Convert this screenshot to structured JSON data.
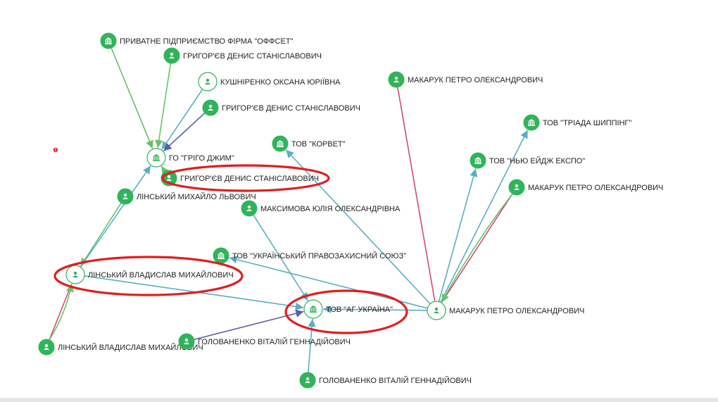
{
  "colors": {
    "node_fill": "#2fb45a",
    "node_hub_fill": "#ffffff",
    "node_hub_stroke": "#2fb45a",
    "edge_blue": "#5aaec2",
    "edge_green": "#6cbf6a",
    "edge_pink": "#d24b76",
    "edge_navy": "#5a5fa3",
    "highlight": "#e01e1e",
    "error_dot": "#e01e1e"
  },
  "nodes": {
    "offset": {
      "label": "ПРИВАТНЕ ПІДПРИЄМСТВО ФІРМА \"ОФФСЕТ\"",
      "icon": "building-icon",
      "kind": "filled"
    },
    "grygoriev1": {
      "label": "ГРИГОР'ЄВ ДЕНИС СТАНІСЛАВОВИЧ",
      "icon": "person-icon",
      "kind": "filled"
    },
    "kushnirenko": {
      "label": "КУШНІРЕНКО ОКСАНА ЮРІЇВНА",
      "icon": "person-icon",
      "kind": "hub"
    },
    "grygoriev2": {
      "label": "ГРИГОР'ЄВ ДЕНИС СТАНІСЛАВОВИЧ",
      "icon": "person-icon",
      "kind": "filled"
    },
    "griho": {
      "label": "ГО \"ГРІГО ДЖИМ\"",
      "icon": "building-icon",
      "kind": "hub"
    },
    "grygoriev3": {
      "label": "ГРИГОР'ЄВ ДЕНИС СТАНІСЛАВОВИЧ",
      "icon": "person-icon",
      "kind": "filled"
    },
    "linsky_m": {
      "label": "ЛІНСЬКИЙ МИХАЙЛО ЛЬВОВИЧ",
      "icon": "person-icon",
      "kind": "filled"
    },
    "korvet": {
      "label": "ТОВ \"КОРВЕТ\"",
      "icon": "building-icon",
      "kind": "filled"
    },
    "maksymova": {
      "label": "МАКСИМОВА ЮЛІЯ ОЛЕКСАНДРІВНА",
      "icon": "person-icon",
      "kind": "filled"
    },
    "upz": {
      "label": "ТОВ \"УКРАЇНСЬКИЙ ПРАВОЗАХИСНИЙ СОЮЗ\"",
      "icon": "building-icon",
      "kind": "filled"
    },
    "linsky_v1": {
      "label": "ЛІНСЬКИЙ ВЛАДИСЛАВ МИХАЙЛОВИЧ",
      "icon": "person-icon",
      "kind": "hub"
    },
    "ag": {
      "label": "ТОВ \"АГ УКРАЇНА\"",
      "icon": "building-icon",
      "kind": "hub"
    },
    "makaruk_hub": {
      "label": "МАКАРУК ПЕТРО ОЛЕКСАНДРОВИЧ",
      "icon": "person-icon",
      "kind": "hub"
    },
    "linsky_v2": {
      "label": "ЛІНСЬКИЙ ВЛАДИСЛАВ МИХАЙЛОВИЧ",
      "icon": "person-icon",
      "kind": "filled"
    },
    "holovanenko1": {
      "label": "ГОЛОВАНЕНКО ВІТАЛІЙ ГЕННАДІЙОВИЧ",
      "icon": "person-icon",
      "kind": "filled"
    },
    "holovanenko2": {
      "label": "ГОЛОВАНЕНКО ВІТАЛІЙ ГЕННАДІЙОВИЧ",
      "icon": "person-icon",
      "kind": "filled"
    },
    "makaruk1": {
      "label": "МАКАРУК ПЕТРО ОЛЕКСАНДРОВИЧ",
      "icon": "person-icon",
      "kind": "filled"
    },
    "triada": {
      "label": "ТОВ \"ТРІАДА ШИППІНГ\"",
      "icon": "building-icon",
      "kind": "filled"
    },
    "newage": {
      "label": "ТОВ \"НЬЮ ЕЙДЖ ЕКСПО\"",
      "icon": "building-icon",
      "kind": "filled"
    },
    "makaruk2": {
      "label": "МАКАРУК ПЕТРО ОЛЕКСАНДРОВИЧ",
      "icon": "person-icon",
      "kind": "filled"
    }
  },
  "edges": [
    {
      "from": "offset",
      "to": "griho",
      "type": "green"
    },
    {
      "from": "grygoriev1",
      "to": "griho",
      "type": "green"
    },
    {
      "from": "kushnirenko",
      "to": "griho",
      "type": "blue"
    },
    {
      "from": "grygoriev2",
      "to": "griho",
      "type": "navy"
    },
    {
      "from": "grygoriev3",
      "to": "griho",
      "type": "green"
    },
    {
      "from": "linsky_m",
      "to": "linsky_v1",
      "type": "green"
    },
    {
      "from": "linsky_v1",
      "to": "griho",
      "type": "blue"
    },
    {
      "from": "linsky_v1",
      "to": "ag",
      "type": "blue"
    },
    {
      "from": "linsky_v2",
      "to": "linsky_v1",
      "type": "pink"
    },
    {
      "from": "linsky_v2",
      "to": "linsky_v1",
      "type": "green"
    },
    {
      "from": "maksymova",
      "to": "ag",
      "type": "blue"
    },
    {
      "from": "holovanenko1",
      "to": "ag",
      "type": "navy"
    },
    {
      "from": "holovanenko2",
      "to": "ag",
      "type": "blue"
    },
    {
      "from": "makaruk_hub",
      "to": "ag",
      "type": "blue"
    },
    {
      "from": "makaruk_hub",
      "to": "korvet",
      "type": "blue"
    },
    {
      "from": "makaruk_hub",
      "to": "upz",
      "type": "blue"
    },
    {
      "from": "makaruk_hub",
      "to": "newage",
      "type": "blue"
    },
    {
      "from": "makaruk_hub",
      "to": "triada",
      "type": "blue"
    },
    {
      "from": "makaruk1",
      "to": "makaruk_hub",
      "type": "pink"
    },
    {
      "from": "makaruk2",
      "to": "makaruk_hub",
      "type": "pink"
    },
    {
      "from": "makaruk2",
      "to": "makaruk_hub",
      "type": "green"
    }
  ],
  "highlights": [
    "grygoriev3",
    "linsky_v1",
    "ag"
  ]
}
